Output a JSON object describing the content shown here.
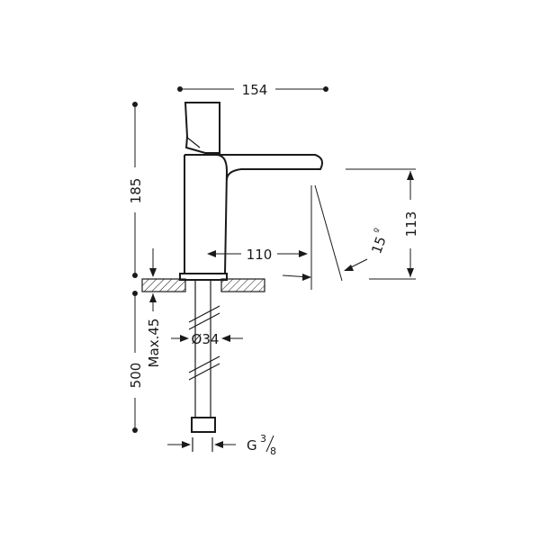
{
  "dimensions": {
    "width": "154",
    "height": "185",
    "reach": "110",
    "spout_height": "113",
    "angle": "15",
    "angle_unit": "º",
    "base_diameter": "Ø34",
    "deck_max": "Max.45",
    "hose_length": "500",
    "thread_letter": "G",
    "thread_num": "3",
    "thread_den": "8"
  }
}
